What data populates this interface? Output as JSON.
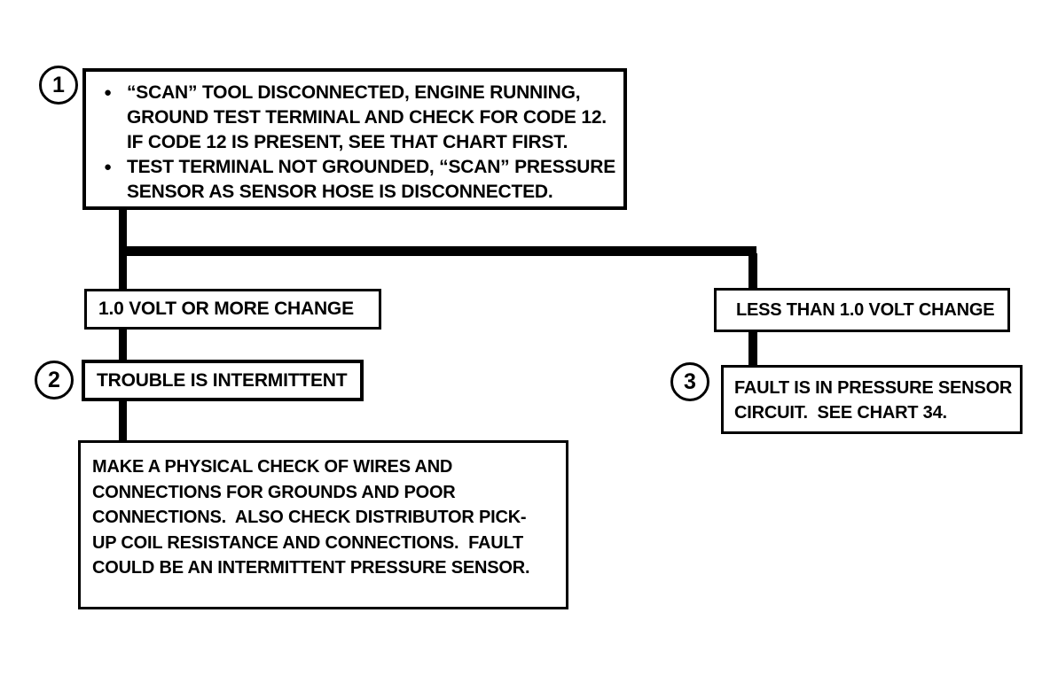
{
  "colors": {
    "paper": "#ffffff",
    "ink": "#000000"
  },
  "icons": {
    "bullet": "●"
  },
  "nodes": {
    "step1": {
      "number": "1",
      "bullet_1": [
        "“SCAN” TOOL DISCONNECTED, ENGINE RUNNING,",
        "GROUND TEST TERMINAL AND CHECK FOR CODE 12.",
        "IF CODE 12 IS PRESENT, SEE THAT CHART FIRST."
      ],
      "bullet_2": [
        "TEST TERMINAL NOT GROUNDED, “SCAN” PRESSURE",
        "SENSOR AS SENSOR HOSE IS DISCONNECTED."
      ]
    },
    "branch_left": {
      "label": "1.0 VOLT OR MORE CHANGE"
    },
    "step2": {
      "number": "2",
      "label": "TROUBLE IS INTERMITTENT"
    },
    "action_left": {
      "lines": [
        "MAKE A PHYSICAL CHECK OF WIRES AND",
        "CONNECTIONS FOR GROUNDS AND POOR",
        "CONNECTIONS.  ALSO CHECK DISTRIBUTOR PICK-",
        "UP COIL RESISTANCE AND CONNECTIONS.  FAULT",
        "COULD BE AN INTERMITTENT PRESSURE SENSOR."
      ]
    },
    "branch_right": {
      "label": "LESS THAN 1.0 VOLT CHANGE"
    },
    "step3": {
      "number": "3",
      "lines": [
        "FAULT IS IN PRESSURE SENSOR",
        "CIRCUIT.  SEE CHART 34."
      ]
    }
  }
}
